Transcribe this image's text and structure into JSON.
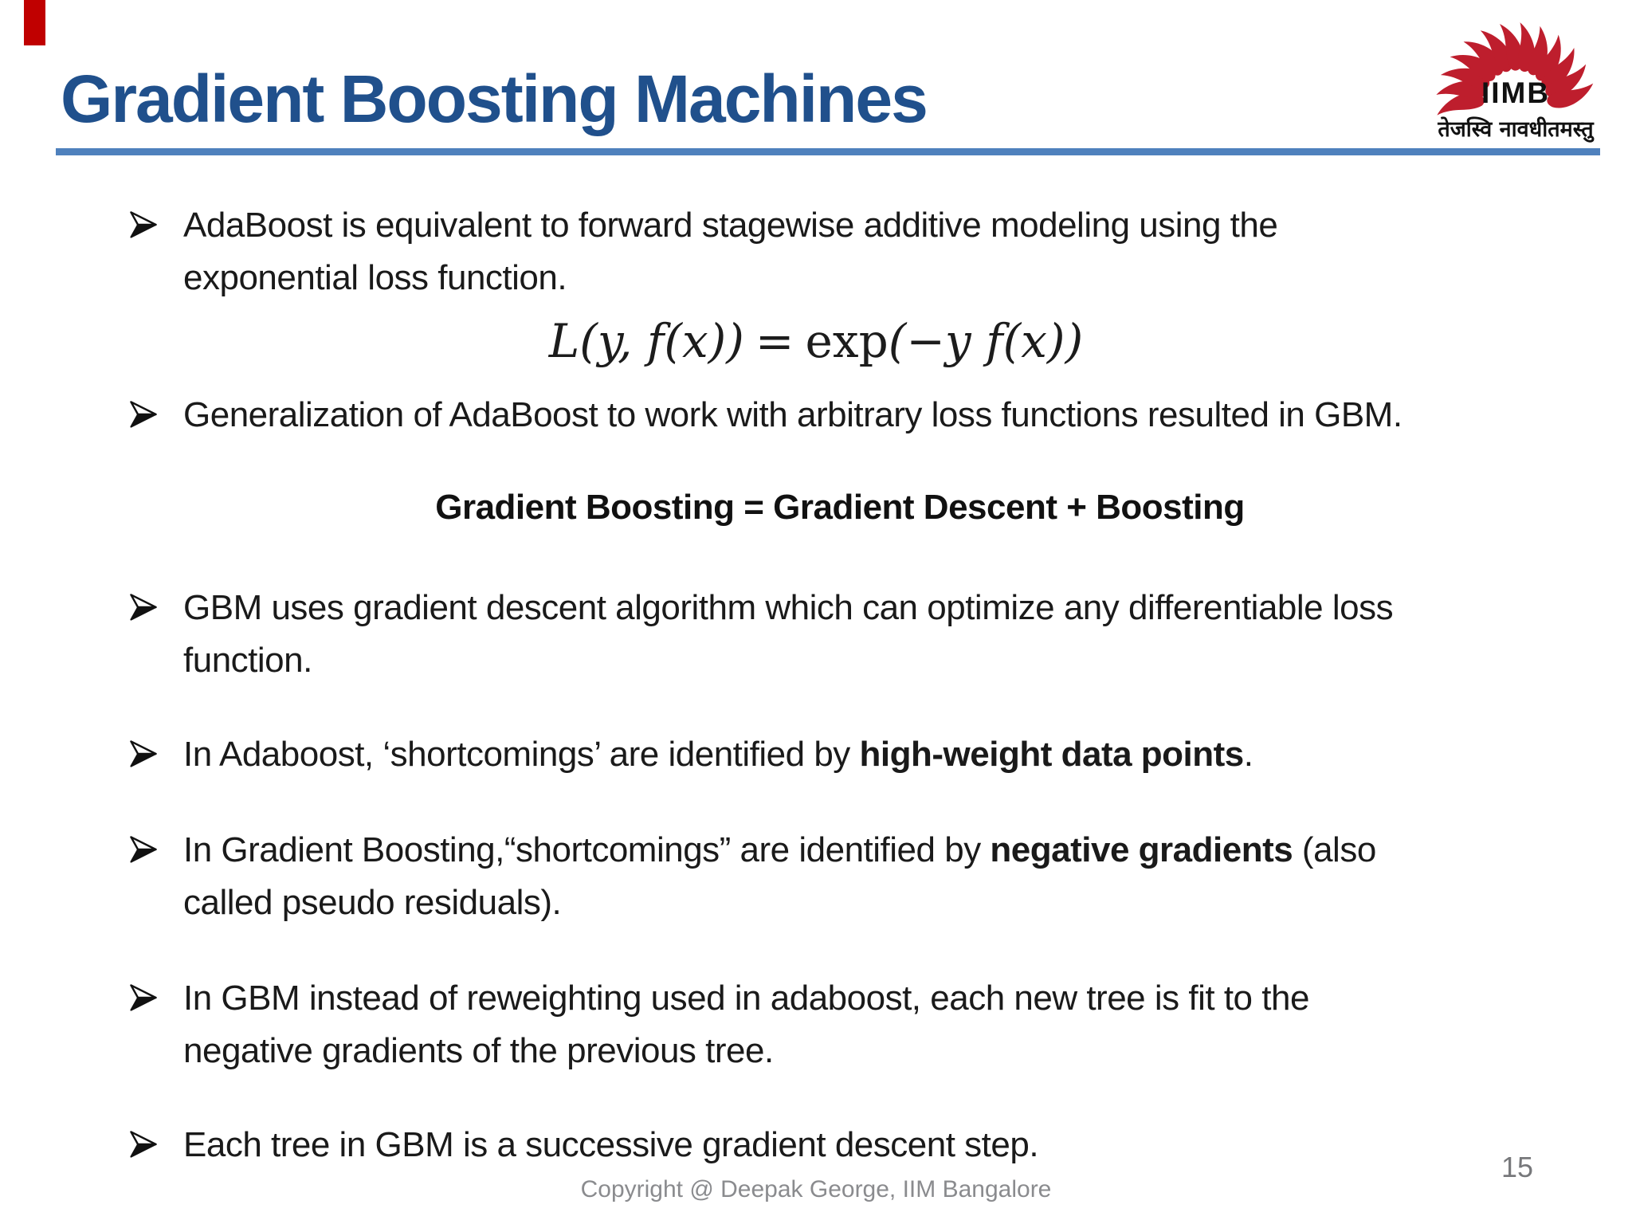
{
  "slide": {
    "title": "Gradient Boosting Machines",
    "page_number": "15",
    "footer": "Copyright @ Deepak George, IIM Bangalore"
  },
  "logo": {
    "text": "IIMB",
    "motto": "तेजस्वि नावधीतमस्तु"
  },
  "formula": {
    "lhs": "L(y, f(x))",
    "equals": "=",
    "exp": "exp",
    "rhs": "(−y f(x))"
  },
  "heading": "Gradient Boosting = Gradient Descent + Boosting",
  "bullets": [
    {
      "lines": [
        [
          {
            "t": "AdaBoost is equivalent to forward stagewise additive modeling using the"
          }
        ],
        [
          {
            "t": "exponential loss function."
          }
        ]
      ]
    },
    {
      "lines": [
        [
          {
            "t": "Generalization of AdaBoost to work with arbitrary loss functions resulted in GBM."
          }
        ]
      ]
    },
    {
      "lines": [
        [
          {
            "t": "GBM uses gradient descent algorithm which can optimize any differentiable loss"
          }
        ],
        [
          {
            "t": "function."
          }
        ]
      ]
    },
    {
      "lines": [
        [
          {
            "t": "In Adaboost, ‘shortcomings’ are identified by "
          },
          {
            "t": "high-weight data points",
            "b": true
          },
          {
            "t": "."
          }
        ]
      ]
    },
    {
      "lines": [
        [
          {
            "t": "In Gradient Boosting,“shortcomings” are identified by "
          },
          {
            "t": "negative gradients",
            "b": true
          },
          {
            "t": " (also"
          }
        ],
        [
          {
            "t": "called pseudo residuals)."
          }
        ]
      ]
    },
    {
      "lines": [
        [
          {
            "t": "In GBM instead of reweighting used in adaboost, each new tree is fit to the"
          }
        ],
        [
          {
            "t": "negative gradients of the previous tree."
          }
        ]
      ]
    },
    {
      "lines": [
        [
          {
            "t": "Each tree in GBM is a successive gradient descent step."
          }
        ]
      ]
    }
  ],
  "colors": {
    "title": "#20508C",
    "rule": "#4F81BD",
    "tab": "#C00000",
    "logo": "#BE1E2D",
    "body": "#1A1A1A",
    "gray": "#77787B"
  }
}
